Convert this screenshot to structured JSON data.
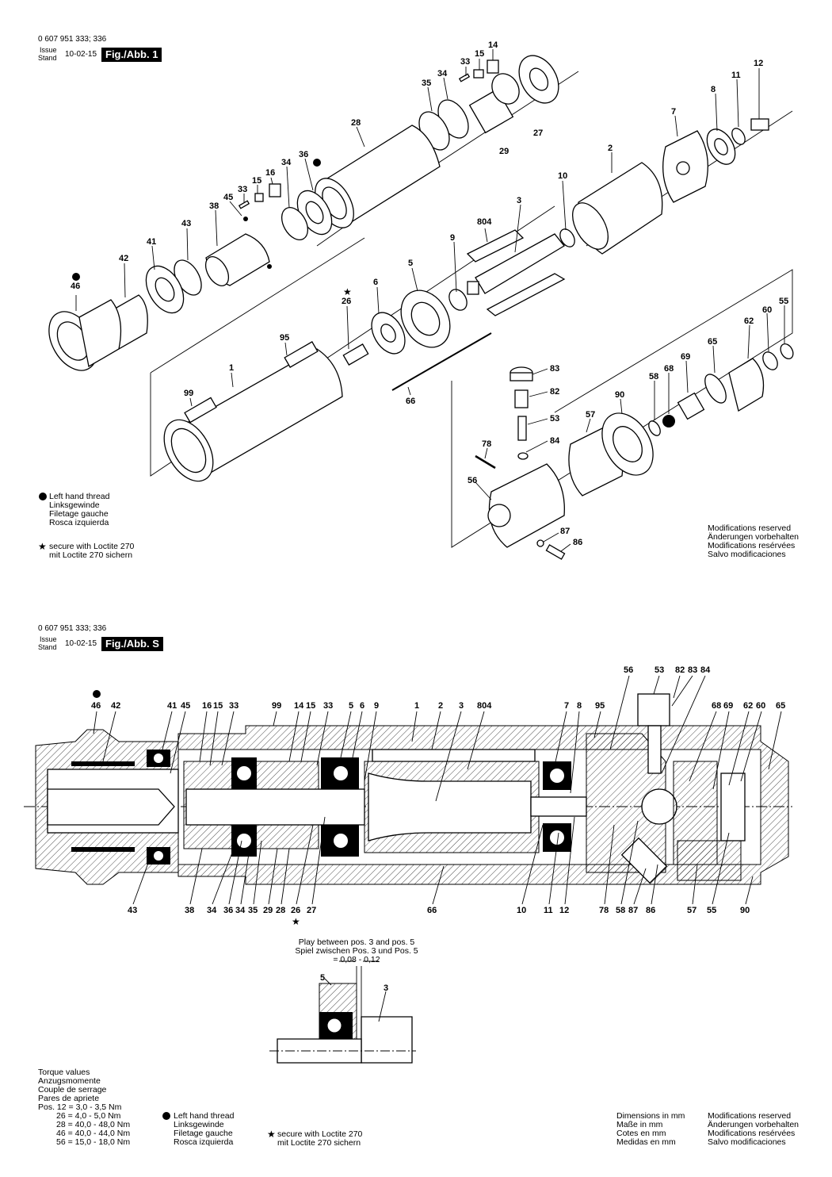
{
  "sheet1": {
    "part_numbers": "0 607 951 333; 336",
    "issue_label": "Issue",
    "stand_label": "Stand",
    "date": "10-02-15",
    "fig_label": "Fig./Abb. 1",
    "left_thread_notes": [
      "Left hand thread",
      "Linksgewinde",
      "Filetage gauche",
      "Rosca izquierda"
    ],
    "loctite_notes": [
      "secure with Loctite 270",
      "mit Loctite 270 sichern"
    ],
    "modifications": [
      "Modifications reserved",
      "Änderungen vorbehalten",
      "Modifications resérvées",
      "Salvo modificaciones"
    ],
    "labels": [
      "14",
      "15",
      "33",
      "34",
      "35",
      "12",
      "11",
      "8",
      "7",
      "28",
      "27",
      "29",
      "2",
      "36",
      "34",
      "16",
      "15",
      "33",
      "45",
      "38",
      "43",
      "10",
      "3",
      "804",
      "9",
      "41",
      "42",
      "46",
      "5",
      "6",
      "26",
      "95",
      "1",
      "99",
      "66",
      "83",
      "82",
      "53",
      "84",
      "78",
      "56",
      "57",
      "90",
      "58",
      "68",
      "69",
      "65",
      "62",
      "60",
      "55",
      "87",
      "86"
    ]
  },
  "sheet2": {
    "part_numbers": "0 607 951 333; 336",
    "issue_label": "Issue",
    "stand_label": "Stand",
    "date": "10-02-15",
    "fig_label": "Fig./Abb. S",
    "top_labels": [
      "46",
      "42",
      "41",
      "45",
      "16",
      "15",
      "33",
      "99",
      "14",
      "15",
      "33",
      "5",
      "6",
      "9",
      "1",
      "2",
      "3",
      "804",
      "7",
      "8",
      "95",
      "56",
      "53",
      "82",
      "83",
      "84",
      "68",
      "69",
      "62",
      "60",
      "65"
    ],
    "bottom_labels": [
      "43",
      "38",
      "34",
      "36",
      "34",
      "35",
      "29",
      "28",
      "26",
      "27",
      "66",
      "10",
      "11",
      "12",
      "78",
      "58",
      "87",
      "86",
      "57",
      "55",
      "90"
    ],
    "play_note": [
      "Play between pos. 3 and pos. 5",
      "Spiel zwischen Pos. 3 und Pos. 5",
      "= 0,08 - 0,12"
    ],
    "detail_labels": [
      "5",
      "3"
    ],
    "torque_title": [
      "Torque values",
      "Anzugsmomente",
      "Couple de serrage",
      "Pares de apriete"
    ],
    "torque_rows": [
      "Pos. 12 =   3,0 -   3,5 Nm",
      "26 =   4,0 -   5,0 Nm",
      "28 = 40,0 - 48,0 Nm",
      "46 = 40,0 - 44,0 Nm",
      "56 = 15,0 - 18,0 Nm"
    ],
    "left_thread_notes": [
      "Left hand thread",
      "Linksgewinde",
      "Filetage gauche",
      "Rosca izquierda"
    ],
    "loctite_notes": [
      "secure with Loctite 270",
      "mit Loctite 270 sichern"
    ],
    "dimensions": [
      "Dimensions in mm",
      "Maße in mm",
      "Cotes en mm",
      "Medidas en mm"
    ],
    "modifications": [
      "Modifications reserved",
      "Änderungen vorbehalten",
      "Modifications resérvées",
      "Salvo modificaciones"
    ]
  }
}
